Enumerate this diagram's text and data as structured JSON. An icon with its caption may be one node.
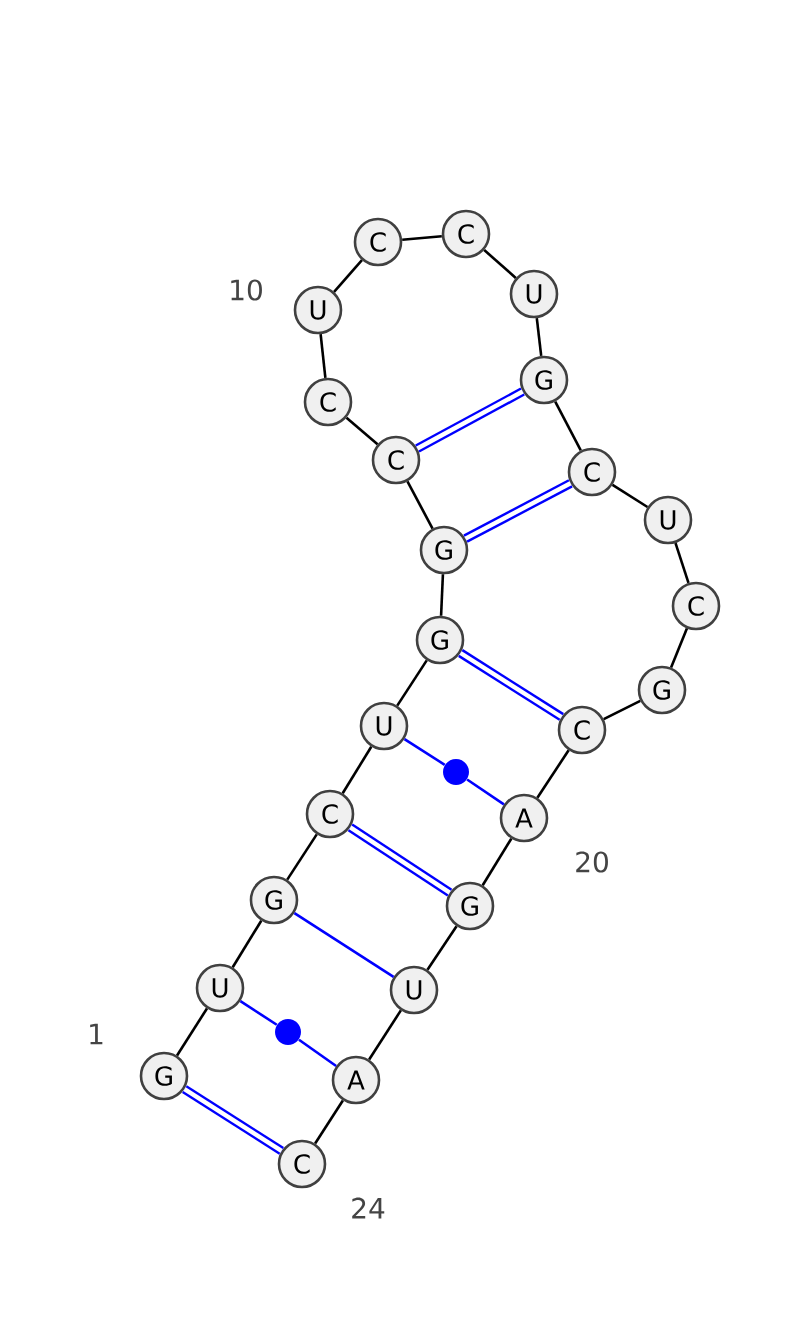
{
  "diagram": {
    "nodes": [
      {
        "text": [
          "G"
        ]
      },
      {
        "text": [
          "U"
        ]
      },
      {
        "text": [
          "G"
        ]
      },
      {
        "text": [
          "C"
        ]
      },
      {
        "text": [
          "U"
        ]
      },
      {
        "text": [
          "G"
        ]
      },
      {
        "text": [
          "G"
        ]
      },
      {
        "text": [
          "C"
        ]
      },
      {
        "text": [
          "C"
        ]
      },
      {
        "text": [
          "U"
        ]
      },
      {
        "text": [
          "C"
        ]
      },
      {
        "text": [
          "C"
        ]
      },
      {
        "text": [
          "U"
        ]
      },
      {
        "text": [
          "G"
        ]
      },
      {
        "text": [
          "C"
        ]
      },
      {
        "text": [
          "U"
        ]
      },
      {
        "text": [
          "C"
        ]
      },
      {
        "text": [
          "G"
        ]
      },
      {
        "text": [
          "C"
        ]
      },
      {
        "text": [
          "A"
        ]
      },
      {
        "text": [
          "G"
        ]
      },
      {
        "text": [
          "U"
        ]
      },
      {
        "text": [
          "A"
        ]
      },
      {
        "text": [
          "C"
        ]
      },
      {
        "text": [],
        "shape": "circle"
      },
      {
        "text": [],
        "shape": "circle"
      }
    ],
    "edges": [
      {
        "from": 0,
        "to": 1,
        "arrow": "none"
      },
      {
        "from": 1,
        "to": 2,
        "arrow": "none"
      },
      {
        "from": 2,
        "to": 3,
        "arrow": "none"
      },
      {
        "from": 3,
        "to": 4,
        "arrow": "none"
      },
      {
        "from": 4,
        "to": 5,
        "arrow": "none"
      },
      {
        "from": 5,
        "to": 6,
        "arrow": "none"
      },
      {
        "from": 6,
        "to": 7,
        "arrow": "none"
      },
      {
        "from": 7,
        "to": 8,
        "arrow": "none"
      },
      {
        "from": 8,
        "to": 9,
        "arrow": "none"
      },
      {
        "from": 9,
        "to": 10,
        "arrow": "none"
      },
      {
        "from": 10,
        "to": 11,
        "arrow": "none"
      },
      {
        "from": 11,
        "to": 12,
        "arrow": "none"
      },
      {
        "from": 12,
        "to": 13,
        "arrow": "none"
      },
      {
        "from": 13,
        "to": 14,
        "arrow": "none"
      },
      {
        "from": 14,
        "to": 15,
        "arrow": "none"
      },
      {
        "from": 15,
        "to": 16,
        "arrow": "none"
      },
      {
        "from": 16,
        "to": 17,
        "arrow": "none"
      },
      {
        "from": 17,
        "to": 18,
        "arrow": "none"
      },
      {
        "from": 18,
        "to": 19,
        "arrow": "none"
      },
      {
        "from": 19,
        "to": 20,
        "arrow": "none"
      },
      {
        "from": 20,
        "to": 21,
        "arrow": "none"
      },
      {
        "from": 21,
        "to": 22,
        "arrow": "none"
      },
      {
        "from": 22,
        "to": 23,
        "arrow": "none"
      },
      {
        "from": 0,
        "to": 23,
        "arrow": "none",
        "style": "thick",
        "color": "#0000ff"
      },
      {
        "from": 1,
        "to": 24,
        "arrow": "none",
        "color": "#0000ff"
      },
      {
        "from": 24,
        "to": 22,
        "arrow": "none",
        "color": "#0000ff"
      },
      {
        "from": 2,
        "to": 21,
        "arrow": "none",
        "color": "#0000ff"
      },
      {
        "from": 3,
        "to": 20,
        "arrow": "none",
        "style": "thick",
        "color": "#0000ff"
      },
      {
        "from": 4,
        "to": 25,
        "arrow": "none",
        "color": "#0000ff"
      },
      {
        "from": 25,
        "to": 19,
        "arrow": "none",
        "color": "#0000ff"
      },
      {
        "from": 5,
        "to": 18,
        "arrow": "none",
        "style": "thick",
        "color": "#0000ff"
      },
      {
        "from": 6,
        "to": 14,
        "arrow": "none",
        "style": "thick",
        "color": "#0000ff"
      },
      {
        "from": 7,
        "to": 13,
        "arrow": "none",
        "style": "thick",
        "color": "#0000ff"
      }
    ],
    "labels": [
      "10",
      "1",
      "20",
      "24"
    ]
  }
}
